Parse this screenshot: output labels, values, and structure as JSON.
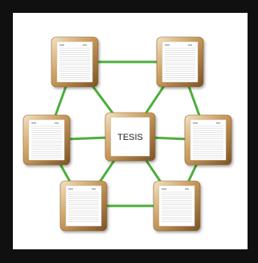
{
  "diagram": {
    "center_label": "TESIS",
    "node_names": [
      "node-top-left",
      "node-top-right",
      "node-left",
      "node-center",
      "node-right",
      "node-bottom-left",
      "node-bottom-right"
    ],
    "edges": [
      [
        "node-top-left",
        "node-top-right"
      ],
      [
        "node-top-left",
        "node-left"
      ],
      [
        "node-top-left",
        "node-center"
      ],
      [
        "node-top-right",
        "node-center"
      ],
      [
        "node-top-right",
        "node-right"
      ],
      [
        "node-left",
        "node-center"
      ],
      [
        "node-center",
        "node-right"
      ],
      [
        "node-left",
        "node-bottom-left"
      ],
      [
        "node-center",
        "node-bottom-left"
      ],
      [
        "node-center",
        "node-bottom-right"
      ],
      [
        "node-right",
        "node-bottom-right"
      ],
      [
        "node-bottom-left",
        "node-bottom-right"
      ]
    ],
    "colors": {
      "border": "#101010",
      "edge": "#4caf3a",
      "tile_gold": "#b7864a",
      "tile_light": "#f1dfb8",
      "page": "#ffffff",
      "page_lines": "#bdbdbd",
      "text": "#222222"
    }
  }
}
